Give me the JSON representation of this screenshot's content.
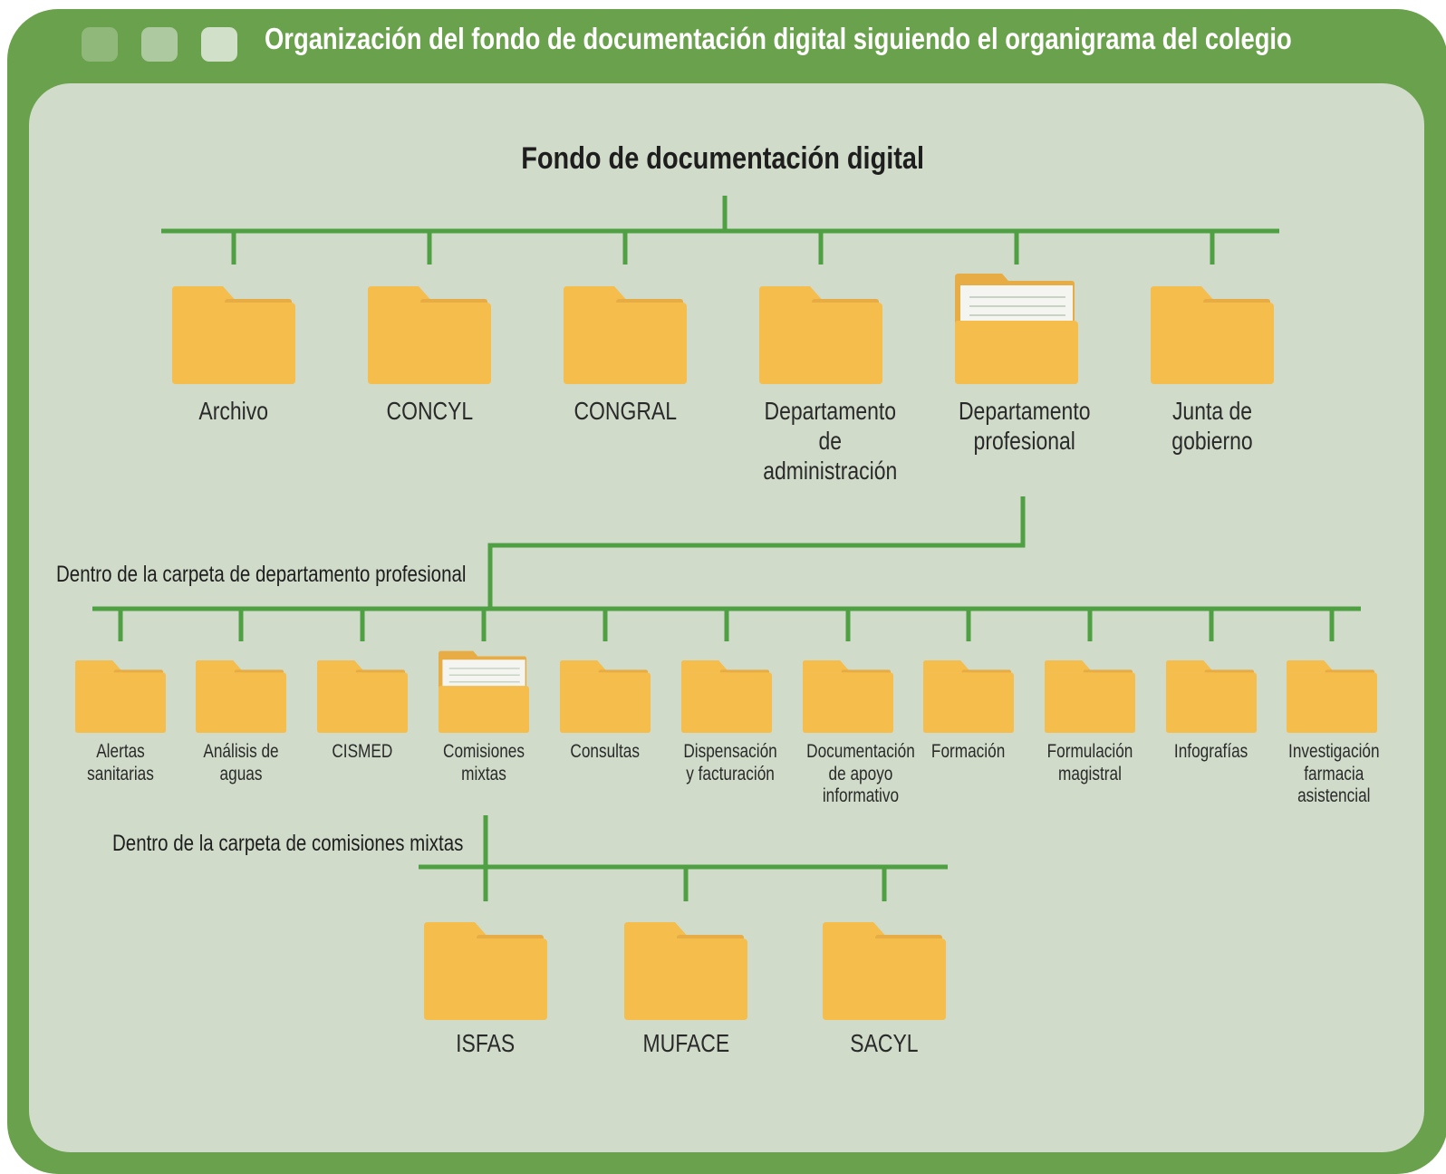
{
  "header": {
    "title": "Organización del fondo de documentación digital siguiendo el organigrama del colegio",
    "window_dots": [
      "#8fb87a",
      "#adc9a0",
      "#d1e0c9"
    ]
  },
  "colors": {
    "frame": "#6aa14c",
    "panel": "#d0dcc9",
    "connector": "#4fa043",
    "folder_front": "#f5bd4c",
    "folder_back": "#e8ac45",
    "paper": "#f4f4f1"
  },
  "root": {
    "label": "Fondo de documentación digital"
  },
  "level1": {
    "folders": [
      {
        "label": "Archivo",
        "icon": "folder-icon"
      },
      {
        "label": "CONCYL",
        "icon": "folder-icon"
      },
      {
        "label": "CONGRAL",
        "icon": "folder-icon"
      },
      {
        "label": "Departamento de administración",
        "icon": "folder-icon"
      },
      {
        "label": "Departamento profesional",
        "icon": "open-folder-icon"
      },
      {
        "label": "Junta de gobierno",
        "icon": "folder-icon"
      }
    ]
  },
  "level2": {
    "caption": "Dentro de la carpeta de departamento profesional",
    "folders": [
      {
        "label": "Alertas sanitarias",
        "icon": "folder-icon"
      },
      {
        "label": "Análisis de aguas",
        "icon": "folder-icon"
      },
      {
        "label": "CISMED",
        "icon": "folder-icon"
      },
      {
        "label": "Comisiones mixtas",
        "icon": "open-folder-icon"
      },
      {
        "label": "Consultas",
        "icon": "folder-icon"
      },
      {
        "label": "Dispensación y facturación",
        "icon": "folder-icon"
      },
      {
        "label": "Documentación de apoyo informativo",
        "icon": "folder-icon"
      },
      {
        "label": "Formación",
        "icon": "folder-icon"
      },
      {
        "label": "Formulación magistral",
        "icon": "folder-icon"
      },
      {
        "label": "Infografías",
        "icon": "folder-icon"
      },
      {
        "label": "Investigación farmacia asistencial",
        "icon": "folder-icon"
      }
    ]
  },
  "level3": {
    "caption": "Dentro de la carpeta de comisiones mixtas",
    "folders": [
      {
        "label": "ISFAS",
        "icon": "folder-icon"
      },
      {
        "label": "MUFACE",
        "icon": "folder-icon"
      },
      {
        "label": "SACYL",
        "icon": "folder-icon"
      }
    ]
  }
}
